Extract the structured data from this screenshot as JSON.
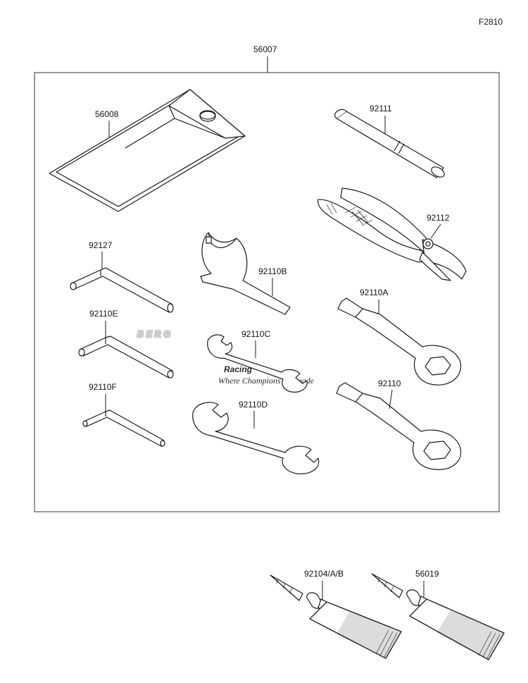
{
  "diagram": {
    "figure_code": "F2810",
    "kit_label": "56007",
    "parts": {
      "bag": "56008",
      "tube_wrench": "92111",
      "pliers": "92112",
      "hex_key_large": "92127",
      "hex_key_medium": "92110E",
      "hex_key_small": "92110F",
      "hook_wrench": "92110B",
      "ring_wrench_a": "92110A",
      "open_wrench_c": "92110C",
      "ring_wrench": "92110",
      "open_wrench_d": "92110D",
      "grease_tube_a": "92104/A/B",
      "grease_tube_b": "56019"
    }
  },
  "watermark": {
    "logo_line1": "BERG",
    "logo_line2": "Racing",
    "tagline": "Where Champions are made"
  },
  "colors": {
    "line": "#1a1a1a",
    "watermark": "#c8c8c8",
    "tube_shade": "#9a9a9a"
  }
}
